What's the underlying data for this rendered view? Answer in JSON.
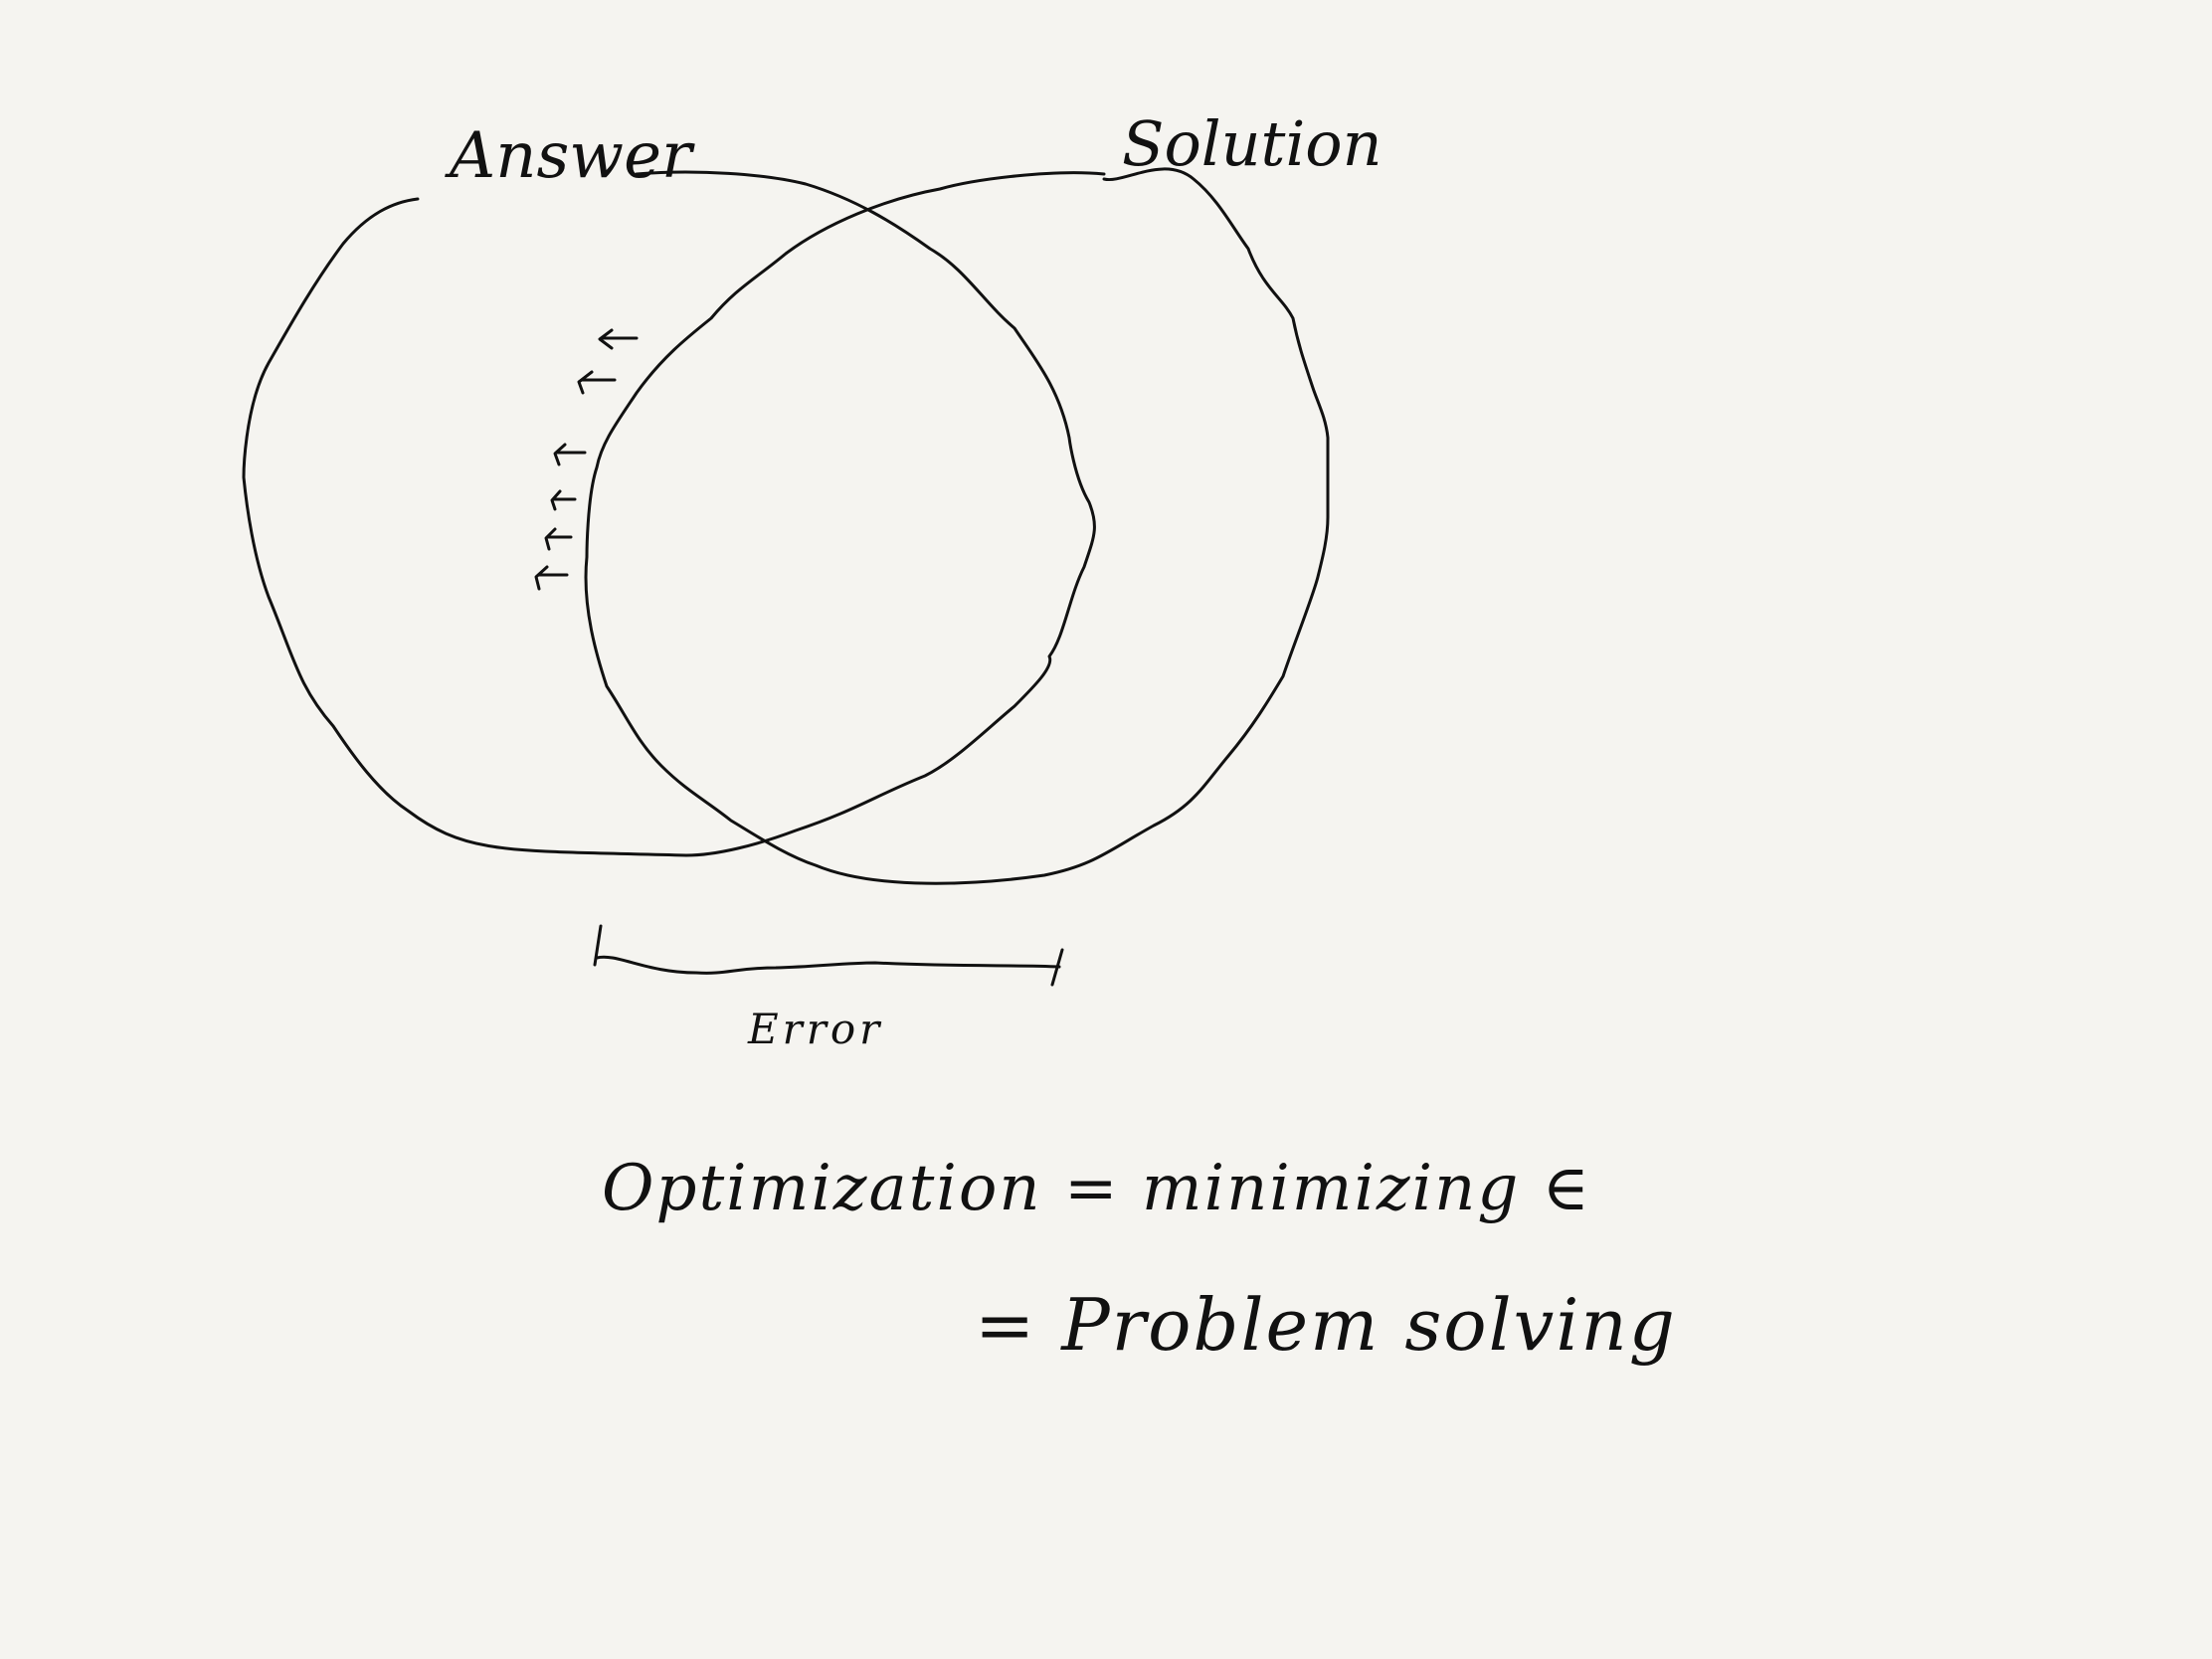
{
  "diagram": {
    "labels": {
      "answer": "Answer",
      "solution": "Solution",
      "error": "Error"
    },
    "equation": {
      "line1": "Optimization = minimizing ∈",
      "line2": "= Problem solving"
    },
    "ink_color": "#111111",
    "paper_color": "#f5f4f0"
  }
}
